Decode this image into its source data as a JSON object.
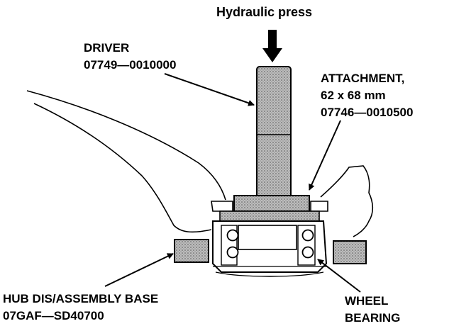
{
  "labels": {
    "press": "Hydraulic press",
    "driver_name": "DRIVER",
    "driver_part": "07749—0010000",
    "attachment_name": "ATTACHMENT,",
    "attachment_size": "62 x 68 mm",
    "attachment_part": "07746—0010500",
    "base_name": "HUB DIS/ASSEMBLY BASE",
    "base_part": "07GAF—SD40700",
    "bearing_line1": "WHEEL",
    "bearing_line2": "BEARING"
  },
  "colors": {
    "ink": "#000000",
    "stipple": "#9a9a9a",
    "paper": "#ffffff"
  }
}
